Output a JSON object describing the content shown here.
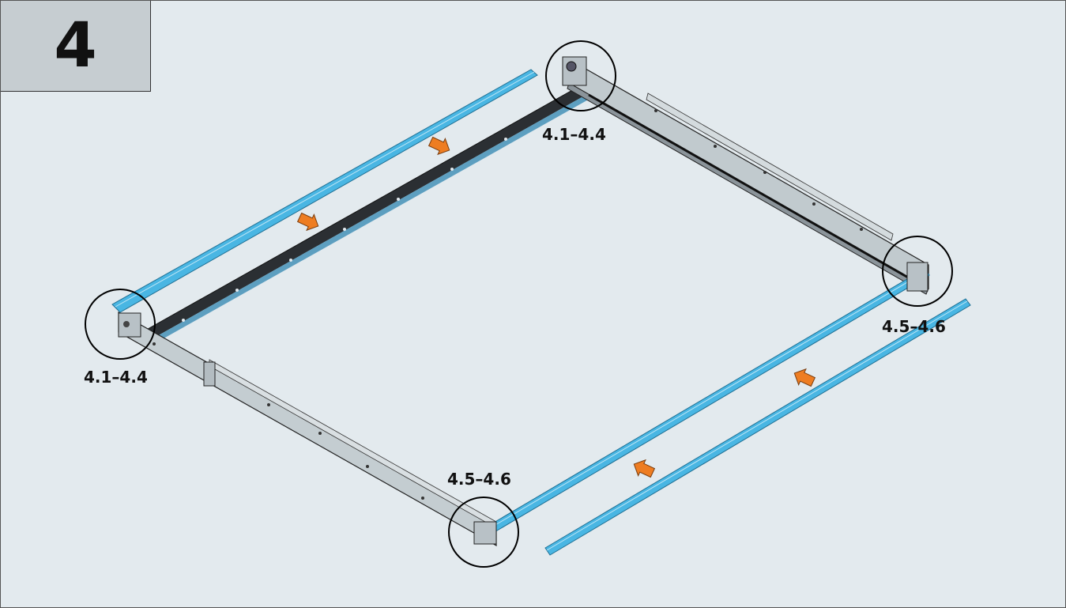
{
  "step": {
    "number": "4"
  },
  "callouts": [
    {
      "label": "4.1–4.4"
    },
    {
      "label": "4.1–4.4"
    },
    {
      "label": "4.5–4.6"
    },
    {
      "label": "4.5–4.6"
    }
  ],
  "colors": {
    "background": "#e3eaee",
    "frame_rail": "#bcc5ca",
    "new_part": "#49b6e3",
    "direction_arrow": "#ee7d22",
    "step_box": "#c6cdd1"
  },
  "icons": [
    "direction-arrow-icon",
    "detail-circle"
  ]
}
